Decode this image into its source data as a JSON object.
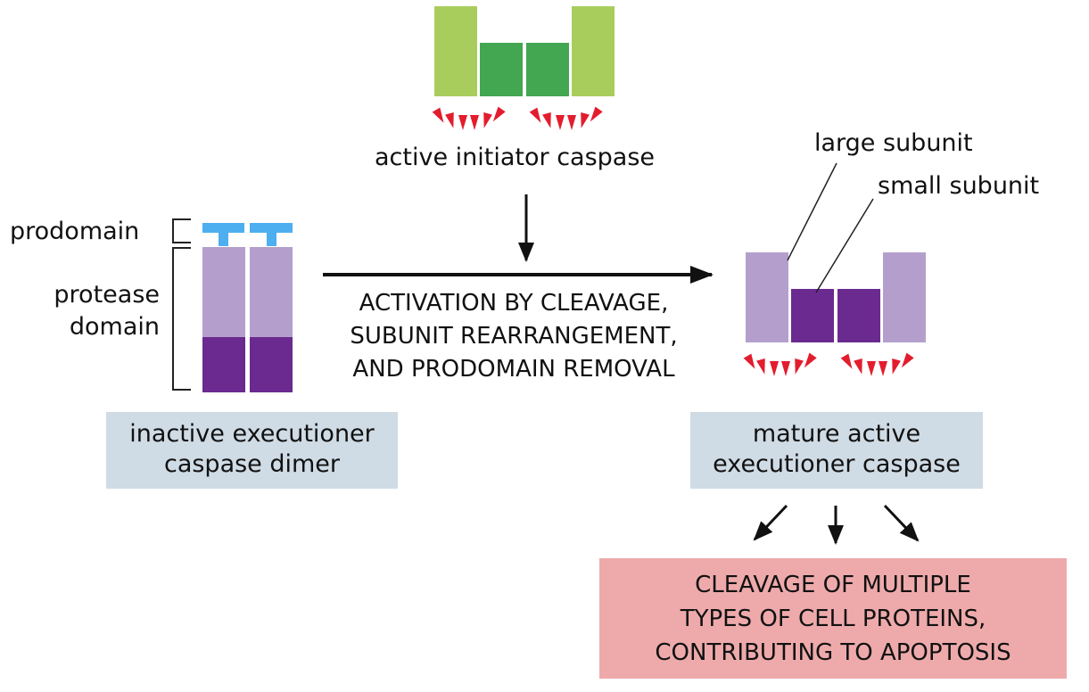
{
  "colors": {
    "initiator_large": "#a8cd5d",
    "initiator_small": "#43a650",
    "prodomain": "#4daef0",
    "large_subunit": "#b49fcc",
    "small_subunit": "#6a2a8f",
    "active_site": "#e31c2e",
    "label_box_blue": "#cfdbe5",
    "outcome_box_red": "#eeaaab",
    "arrow": "#111111"
  },
  "initiator": {
    "label": "active initiator caspase"
  },
  "inactive_dimer": {
    "prodomain_label": "prodomain",
    "protease_label_line1": "protease",
    "protease_label_line2": "domain",
    "box_line1": "inactive executioner",
    "box_line2": "caspase dimer"
  },
  "activation": {
    "line1": "ACTIVATION BY CLEAVAGE,",
    "line2": "SUBUNIT REARRANGEMENT,",
    "line3": "AND PRODOMAIN REMOVAL"
  },
  "mature": {
    "large_subunit_label": "large subunit",
    "small_subunit_label": "small subunit",
    "box_line1": "mature active",
    "box_line2": "executioner caspase"
  },
  "outcome": {
    "line1": "CLEAVAGE OF MULTIPLE",
    "line2": "TYPES OF CELL PROTEINS,",
    "line3": "CONTRIBUTING TO APOPTOSIS"
  }
}
